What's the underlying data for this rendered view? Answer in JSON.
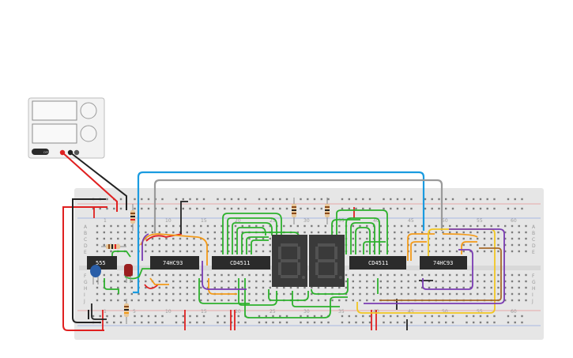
{
  "power_supply": {
    "button_label": "OFF"
  },
  "breadboard": {
    "column_labels": [
      "1",
      "5",
      "10",
      "15",
      "20",
      "25",
      "30",
      "35",
      "40",
      "45",
      "50",
      "55",
      "60"
    ],
    "row_labels": [
      "A",
      "B",
      "C",
      "D",
      "E",
      "F",
      "G",
      "H",
      "I",
      "J"
    ]
  },
  "chips": {
    "timer": "555",
    "counter_left": "74HC93",
    "decoder_left": "CD4511",
    "decoder_right": "CD4511",
    "counter_right": "74HC93"
  },
  "colors": {
    "breadboard": "#e6e6e6",
    "wire_red": "#e02020",
    "wire_black": "#222222",
    "wire_green": "#2db12d",
    "wire_orange": "#f39b1a",
    "wire_yellow": "#f2c623",
    "wire_purple": "#7a3bb3",
    "wire_blue": "#1a9be0",
    "wire_gray": "#9a9a9a",
    "wire_brown": "#a66a2a",
    "display": "#3a3a3a",
    "chip": "#2b2b2b"
  }
}
